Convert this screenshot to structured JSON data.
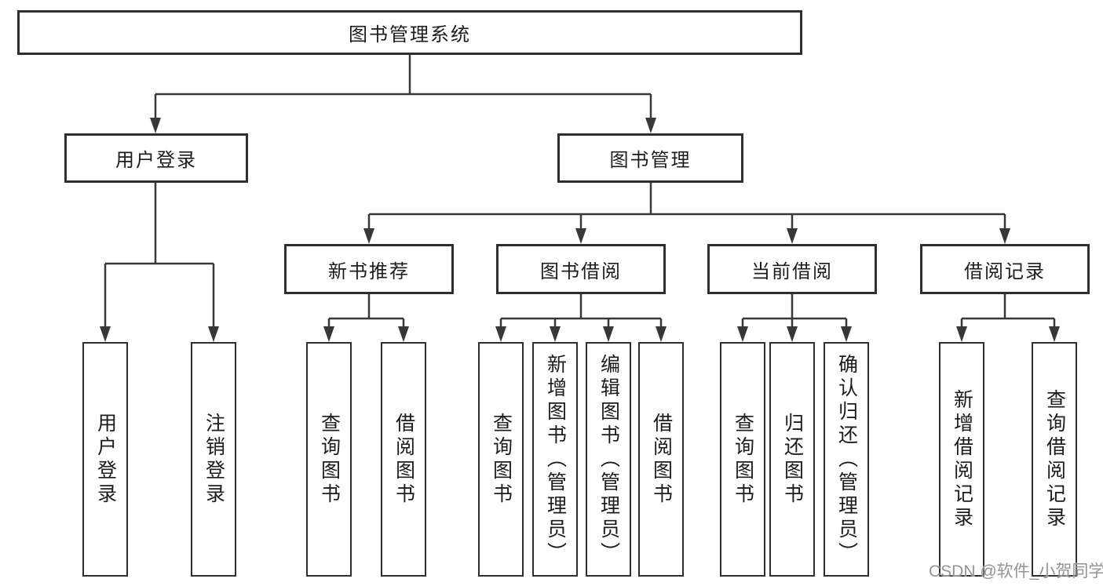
{
  "diagram_title": "图书管理系统",
  "tree": {
    "label": "图书管理系统",
    "children": [
      {
        "label": "用户登录",
        "children": [
          {
            "label": "用户登录"
          },
          {
            "label": "注销登录"
          }
        ]
      },
      {
        "label": "图书管理",
        "children": [
          {
            "label": "新书推荐",
            "children": [
              {
                "label": "查询图书"
              },
              {
                "label": "借阅图书"
              }
            ]
          },
          {
            "label": "图书借阅",
            "children": [
              {
                "label": "查询图书"
              },
              {
                "label": "新增图书（管理员）"
              },
              {
                "label": "编辑图书（管理员）"
              },
              {
                "label": "借阅图书"
              }
            ]
          },
          {
            "label": "当前借阅",
            "children": [
              {
                "label": "查询图书"
              },
              {
                "label": "归还图书"
              },
              {
                "label": "确认归还（管理员）"
              }
            ]
          },
          {
            "label": "借阅记录",
            "children": [
              {
                "label": "新增借阅记录"
              },
              {
                "label": "查询借阅记录"
              }
            ]
          }
        ]
      }
    ]
  },
  "watermark": {
    "text": "CSDN @软件_小贺同学",
    "color": "#949494"
  },
  "colors": {
    "background": "#ffffff",
    "line": "#383838",
    "box_border": "#2e2e2e",
    "text": "#1c1c1c"
  }
}
